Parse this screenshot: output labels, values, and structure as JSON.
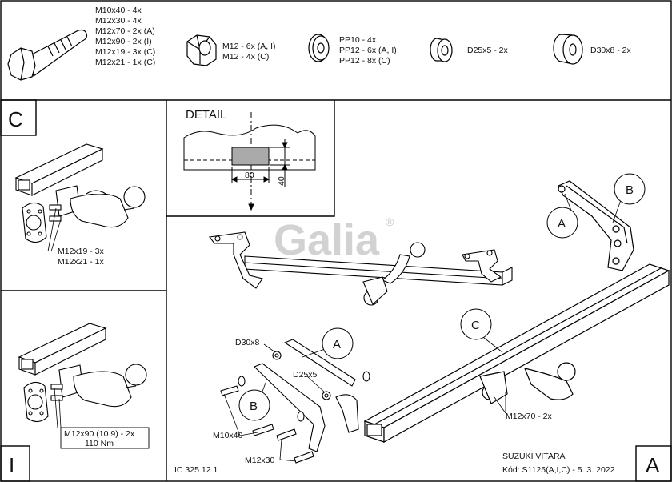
{
  "hardware": {
    "bolt_lines": [
      "M10x40 - 4x",
      "M12x30 - 4x",
      "M12x70 - 2x (A)",
      "M12x90 - 2x (I)",
      "M12x19 - 3x (C)",
      "M12x21 - 1x (C)"
    ],
    "nut_lines": [
      "M12 - 6x (A, I)",
      "M12 - 4x (C)"
    ],
    "washer_lines": [
      "PP10 - 4x",
      "PP12 - 6x (A, I)",
      "PP12 - 8x (C)"
    ],
    "spacer_small": "D25x5 - 2x",
    "spacer_large": "D30x8 - 2x"
  },
  "detail": {
    "title": "DETAIL",
    "width": "80",
    "height": "40"
  },
  "view_c": {
    "letter": "C",
    "bolt_lines": [
      "M12x19 - 3x",
      "M12x21 - 1x"
    ]
  },
  "view_i": {
    "letter": "I",
    "spec_lines": [
      "M12x90 (10.9) - 2x",
      "110 Nm"
    ]
  },
  "view_a": {
    "letter": "A"
  },
  "watermark": {
    "text": "Galia",
    "reg": "®"
  },
  "callouts": {
    "a1": "A",
    "b1": "B",
    "c1": "C",
    "a2": "A",
    "b2": "B"
  },
  "parts": {
    "d30x8": "D30x8",
    "d25x5": "D25x5",
    "m10x40": "M10x40",
    "m12x30": "M12x30",
    "m12x70": "M12x70 - 2x"
  },
  "footer": {
    "code": "IC 325 12 1",
    "vehicle": "SUZUKI VITARA",
    "kod": "Kód: S1125(A,I,C) - 5. 3. 2022"
  }
}
